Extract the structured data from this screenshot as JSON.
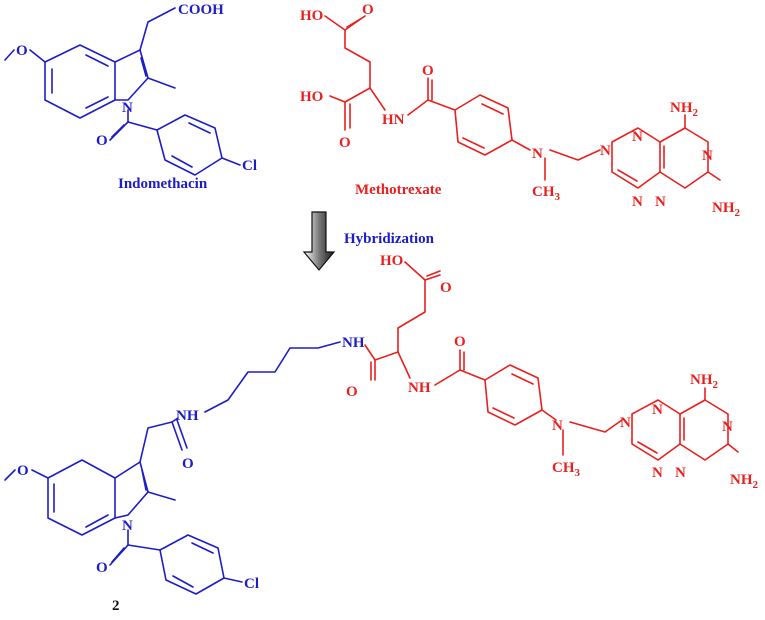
{
  "colors": {
    "indomethacin": "#1d1dc8",
    "methotrexate": "#e8211f",
    "caption_blue": "#1d1dc8",
    "caption_red": "#e8211f",
    "black": "#111111"
  },
  "captions": {
    "indomethacin": "Indomethacin",
    "methotrexate": "Methotrexate",
    "hybridization": "Hybridization",
    "compound_number": "2"
  },
  "atoms": {
    "cooh": "COOH",
    "o": "O",
    "n": "N",
    "cl": "Cl",
    "ho": "HO",
    "hn": "HN",
    "nh": "NH",
    "nh2_main": "NH",
    "subscript_2": "2",
    "ch3_main": "CH",
    "subscript_3": "3"
  },
  "icons": {
    "arrow": "down-arrow-icon"
  }
}
